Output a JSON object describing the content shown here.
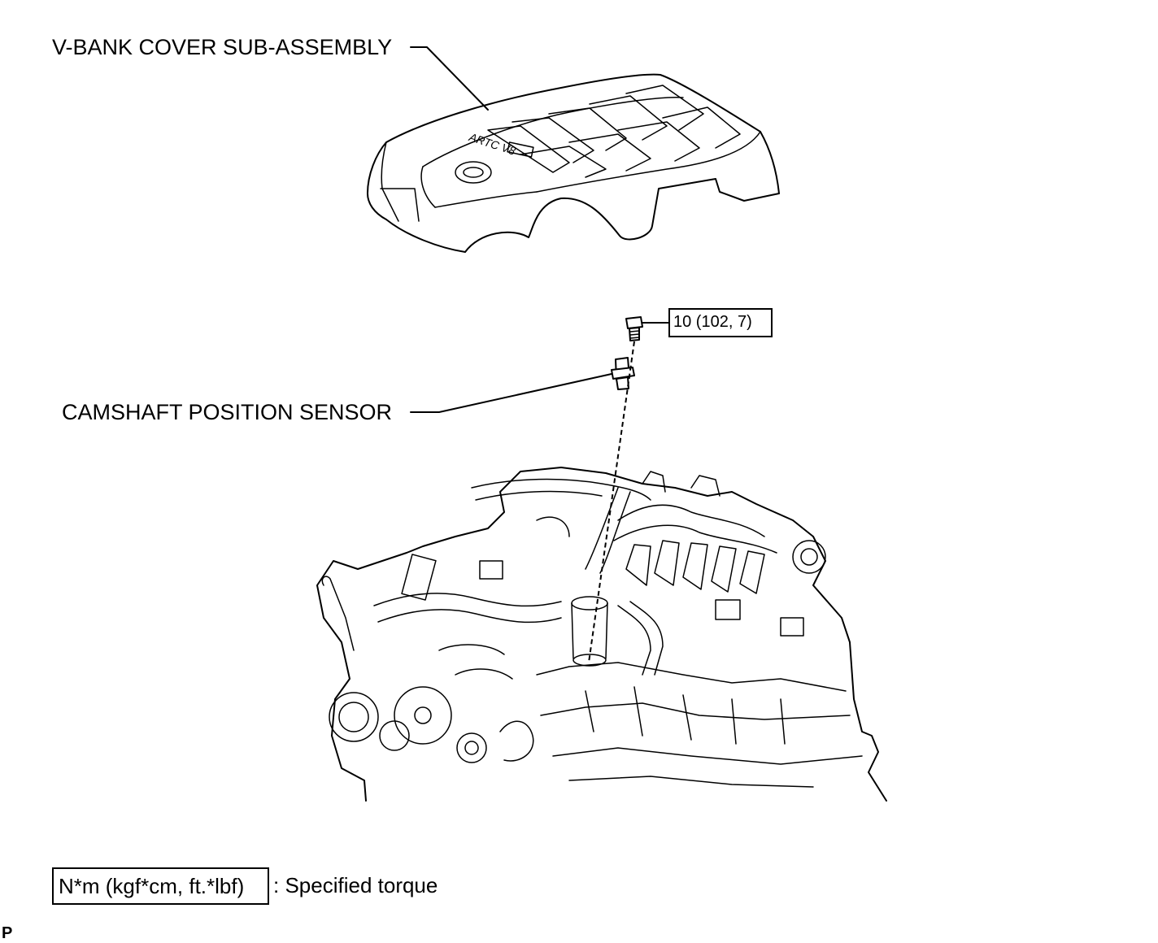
{
  "labels": {
    "cover": "V-BANK COVER SUB-ASSEMBLY",
    "sensor": "CAMSHAFT POSITION SENSOR",
    "torque_value": "10 (102, 7)",
    "cover_emblem_text": "ARTC V8"
  },
  "legend": {
    "units": "N*m (kgf*cm, ft.*lbf)",
    "meaning": ": Specified torque"
  },
  "footer": {
    "code": "P"
  }
}
